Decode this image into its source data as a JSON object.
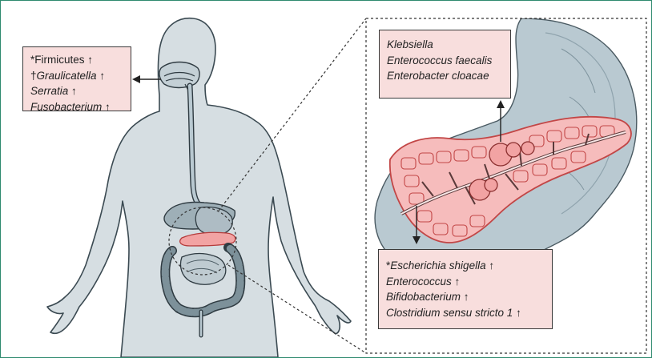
{
  "colors": {
    "frame_border": "#2e8a6e",
    "label_fill": "#f8dedd",
    "body_fill": "#d6dee2",
    "body_outline": "#3b4a52",
    "organ_grey": "#9eafb7",
    "pancreas_pink": "#f2a3a3",
    "tract_blue": "#b9c9d1"
  },
  "oral": {
    "lines": [
      {
        "prefix": "*",
        "name": "Firmicutes",
        "trend": " ↑"
      },
      {
        "prefix": "†",
        "name": "Graulicatella",
        "trend": " ↑"
      },
      {
        "prefix": "",
        "name": "Serratia",
        "trend": " ↑"
      },
      {
        "prefix": "",
        "name": "Fusobacterium",
        "trend": " ↑"
      }
    ]
  },
  "pancreas": {
    "lines": [
      {
        "name": "Klebsiella"
      },
      {
        "name": "Enterococcus faecalis"
      },
      {
        "name": "Enterobacter cloacae"
      }
    ]
  },
  "gut": {
    "lines": [
      {
        "prefix": "*",
        "name": "Escherichia shigella",
        "trend": " ↑"
      },
      {
        "prefix": "",
        "name": "Enterococcus",
        "trend": " ↑"
      },
      {
        "prefix": "",
        "name": "Bifidobacterium",
        "trend": " ↑"
      },
      {
        "prefix": "",
        "name": "Clostridium sensu stricto 1",
        "trend": " ↑"
      }
    ]
  }
}
